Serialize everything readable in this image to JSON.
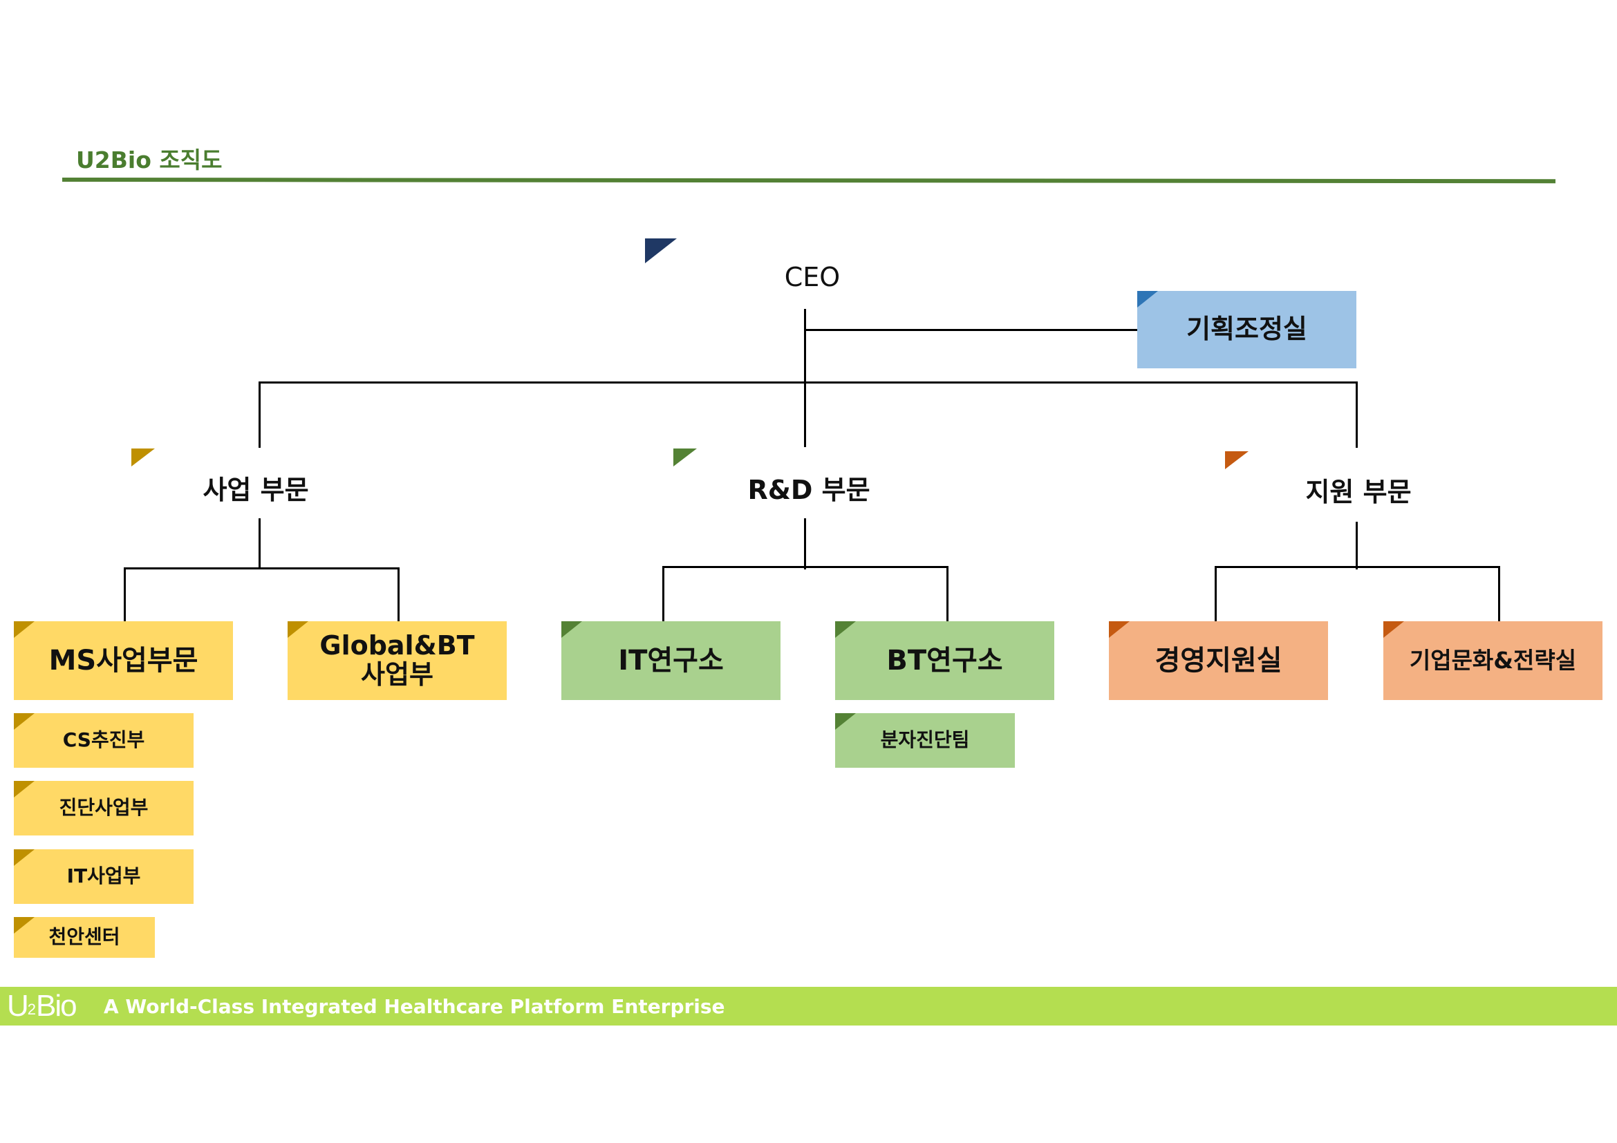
{
  "header": {
    "title": "U2Bio 조직도"
  },
  "org": {
    "ceo": "CEO",
    "planning": "기획조정실",
    "divisions": {
      "business": "사업 부문",
      "rnd": "R&D 부문",
      "support": "지원 부문"
    },
    "units": {
      "ms": "MS사업부문",
      "global_bt_line1": "Global&BT",
      "global_bt_line2": "사업부",
      "it_lab": "IT연구소",
      "bt_lab": "BT연구소",
      "mgmt_support": "경영지원실",
      "culture_strategy": "기업문화&전략실"
    },
    "teams": {
      "cs": "CS추진부",
      "diagnostics_biz": "진단사업부",
      "it_biz": "IT사업부",
      "cheonan": "천안센터",
      "molecular_dx": "분자진단팀"
    }
  },
  "footer": {
    "logo_main": "U",
    "logo_sub": "2",
    "logo_rest": "Bio",
    "slogan": "A World-Class Integrated Healthcare Platform Enterprise"
  },
  "colors": {
    "business": "#ffd966",
    "rnd": "#a9d18e",
    "support": "#f4b183",
    "planning": "#9dc3e6",
    "title_green": "#4a7d2f",
    "footer_band": "#b4de50"
  }
}
